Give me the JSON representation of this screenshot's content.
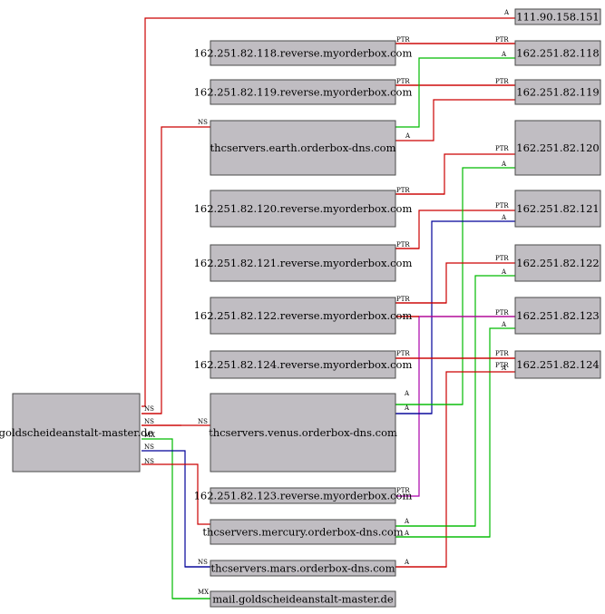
{
  "diagram": {
    "nodes": [
      {
        "id": "n_root",
        "label": "goldscheideanstalt-master.de"
      },
      {
        "id": "n_ip151",
        "label": "111.90.158.151"
      },
      {
        "id": "n_ip118",
        "label": "162.251.82.118"
      },
      {
        "id": "n_ip119",
        "label": "162.251.82.119"
      },
      {
        "id": "n_ip120",
        "label": "162.251.82.120"
      },
      {
        "id": "n_ip121",
        "label": "162.251.82.121"
      },
      {
        "id": "n_ip122",
        "label": "162.251.82.122"
      },
      {
        "id": "n_ip123",
        "label": "162.251.82.123"
      },
      {
        "id": "n_ip124",
        "label": "162.251.82.124"
      },
      {
        "id": "n_rev118",
        "label": "162.251.82.118.reverse.myorderbox.com"
      },
      {
        "id": "n_rev119",
        "label": "162.251.82.119.reverse.myorderbox.com"
      },
      {
        "id": "n_rev120",
        "label": "162.251.82.120.reverse.myorderbox.com"
      },
      {
        "id": "n_rev121",
        "label": "162.251.82.121.reverse.myorderbox.com"
      },
      {
        "id": "n_rev122",
        "label": "162.251.82.122.reverse.myorderbox.com"
      },
      {
        "id": "n_rev123",
        "label": "162.251.82.123.reverse.myorderbox.com"
      },
      {
        "id": "n_rev124",
        "label": "162.251.82.124.reverse.myorderbox.com"
      },
      {
        "id": "n_earth",
        "label": "thcservers.earth.orderbox-dns.com"
      },
      {
        "id": "n_venus",
        "label": "thcservers.venus.orderbox-dns.com"
      },
      {
        "id": "n_mercury",
        "label": "thcservers.mercury.orderbox-dns.com"
      },
      {
        "id": "n_mars",
        "label": "thcservers.mars.orderbox-dns.com"
      },
      {
        "id": "n_mail",
        "label": "mail.goldscheideanstalt-master.de"
      }
    ],
    "edges": [
      {
        "id": "e1",
        "label": "A",
        "color": "#cc0000"
      },
      {
        "id": "e2",
        "label": "PTR",
        "color": "#cc0000"
      },
      {
        "id": "e3",
        "label": "PTR",
        "color": "#cc0000"
      },
      {
        "id": "e4",
        "label": "PTR",
        "color": "#cc0000"
      },
      {
        "id": "e5",
        "label": "PTR",
        "color": "#cc0000"
      },
      {
        "id": "e6",
        "label": "A",
        "color": "#00bb00"
      },
      {
        "id": "e7",
        "label": "PTR",
        "color": "#cc0000"
      },
      {
        "id": "e8",
        "label": "A",
        "color": "#cc0000"
      },
      {
        "id": "e9",
        "label": "NS",
        "color": "#cc0000"
      },
      {
        "id": "e10",
        "label": "PTR",
        "color": "#cc0000"
      },
      {
        "id": "e11",
        "label": "PTR",
        "color": "#cc0000"
      },
      {
        "id": "e12",
        "label": "A",
        "color": "#00bb00"
      },
      {
        "id": "e13",
        "label": "PTR",
        "color": "#cc0000"
      },
      {
        "id": "e14",
        "label": "PTR",
        "color": "#cc0000"
      },
      {
        "id": "e15",
        "label": "A",
        "color": "#000099"
      },
      {
        "id": "e16",
        "label": "PTR",
        "color": "#cc0000"
      },
      {
        "id": "e17",
        "label": "PTR",
        "color": "#cc0000"
      },
      {
        "id": "e18",
        "label": "A",
        "color": "#00bb00"
      },
      {
        "id": "e19",
        "label": "PTR",
        "color": "#cc0000"
      },
      {
        "id": "e20",
        "label": "PTR",
        "color": "#aa00aa"
      },
      {
        "id": "e21",
        "label": "A",
        "color": "#00bb00"
      },
      {
        "id": "e22",
        "label": "PTR",
        "color": "#cc0000"
      },
      {
        "id": "e23",
        "label": "PTR",
        "color": "#cc0000"
      },
      {
        "id": "e24",
        "label": "A",
        "color": "#cc0000"
      },
      {
        "id": "e25",
        "label": "NS",
        "color": "#cc0000"
      },
      {
        "id": "e26",
        "label": "NS",
        "color": "#cc0000"
      },
      {
        "id": "e27",
        "label": "A",
        "color": "#00bb00"
      },
      {
        "id": "e28",
        "label": "A",
        "color": "#000099"
      },
      {
        "id": "e29",
        "label": "MX",
        "color": "#00bb00"
      },
      {
        "id": "e30",
        "label": "NS",
        "color": "#000099"
      },
      {
        "id": "e31",
        "label": "NS",
        "color": "#cc0000"
      },
      {
        "id": "e32",
        "label": "NS",
        "color": "#cc0000"
      },
      {
        "id": "e33",
        "label": "A",
        "color": "#00bb00"
      },
      {
        "id": "e34",
        "label": "A",
        "color": "#00bb00"
      },
      {
        "id": "e35",
        "label": "NS",
        "color": "#000099"
      },
      {
        "id": "e36",
        "label": "A",
        "color": "#cc0000"
      },
      {
        "id": "e37",
        "label": "MX",
        "color": "#00bb00"
      }
    ]
  }
}
